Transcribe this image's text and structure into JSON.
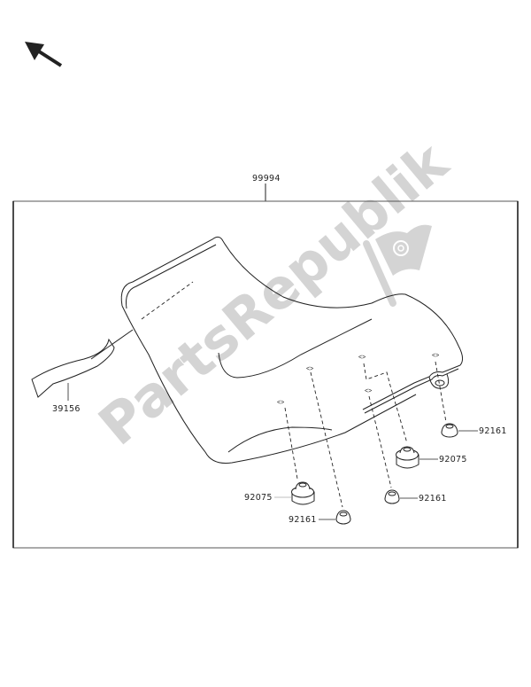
{
  "diagram": {
    "assembly_label": "99994",
    "parts": [
      {
        "number": "39156",
        "position": "left strip"
      },
      {
        "number": "92161",
        "position": "right upper"
      },
      {
        "number": "92075",
        "position": "right middle"
      },
      {
        "number": "92161",
        "position": "center right lower"
      },
      {
        "number": "92075",
        "position": "center left"
      },
      {
        "number": "92161",
        "position": "center lower"
      }
    ],
    "watermark": "PartsRepublik",
    "direction_arrow": "front-arrow-up-left"
  }
}
